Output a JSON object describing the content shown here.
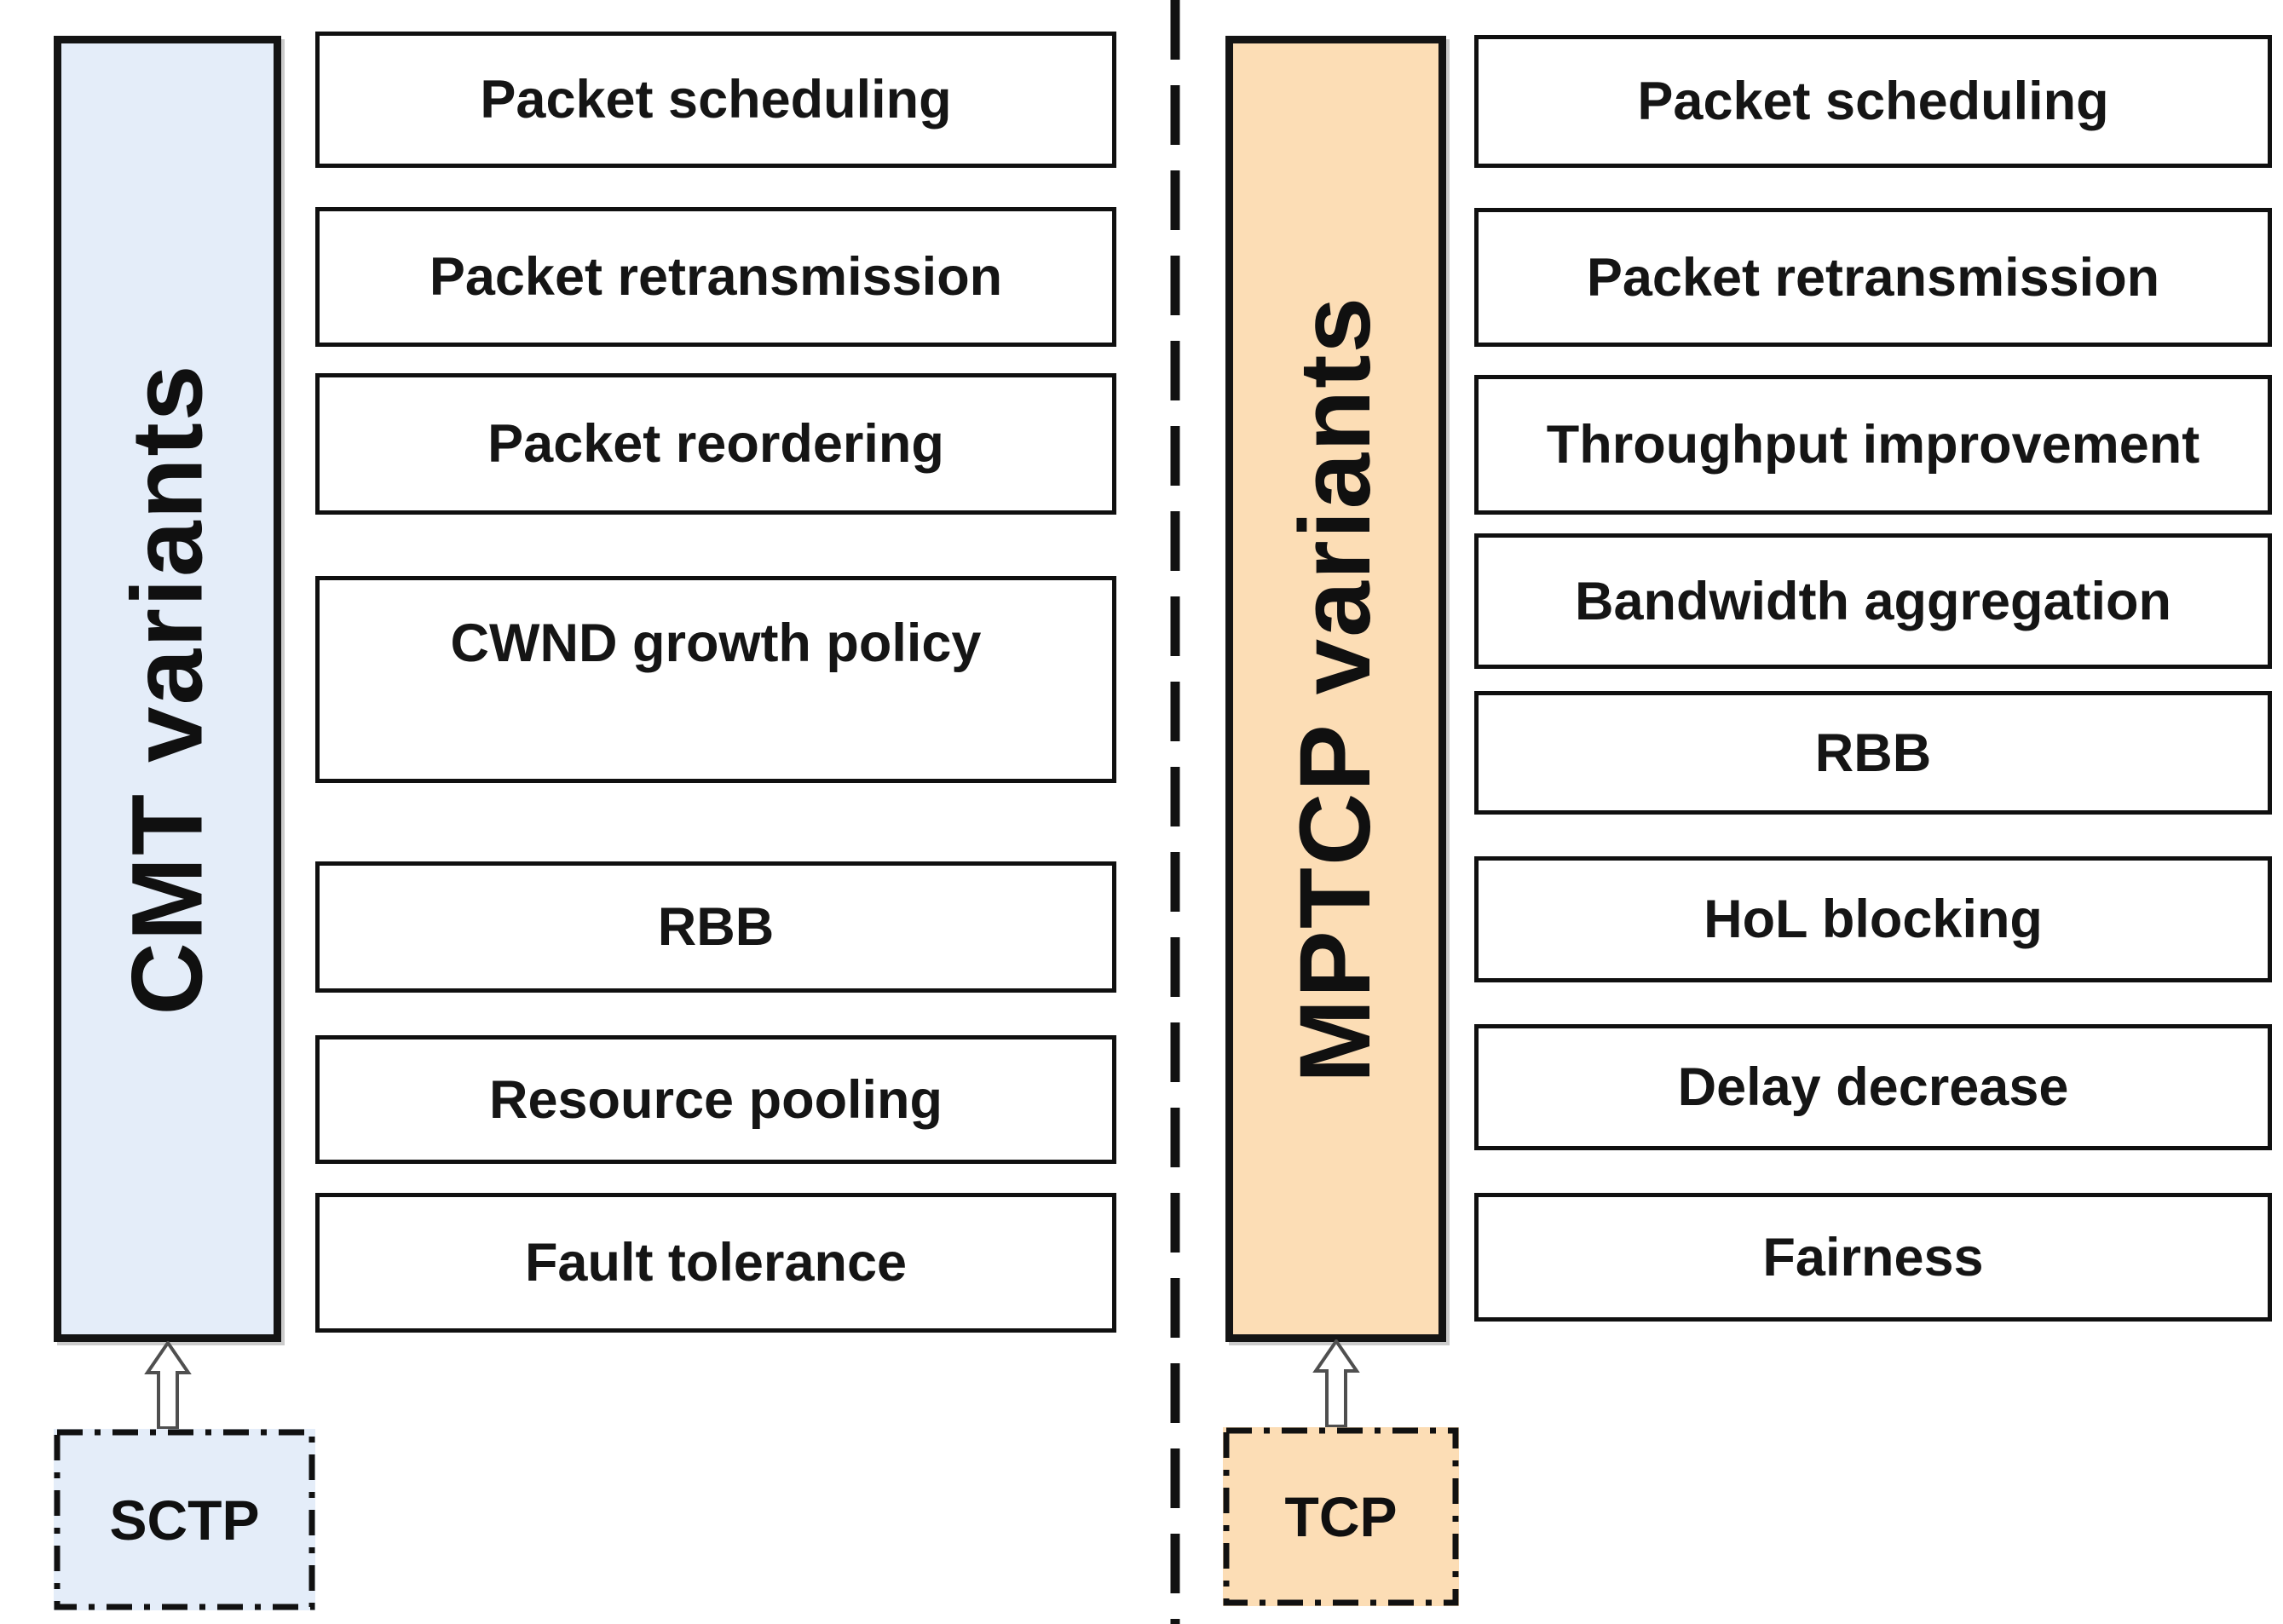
{
  "left": {
    "bar_label": "CMT variants",
    "bar_color": "#e4edf9",
    "features": [
      "Packet scheduling",
      "Packet retransmission",
      "Packet reordering",
      "CWND growth policy",
      "RBB",
      "Resource pooling",
      "Fault tolerance"
    ],
    "base_label": "SCTP",
    "base_color": "#e4edf9"
  },
  "right": {
    "bar_label": "MPTCP variants",
    "bar_color": "#fcddb5",
    "features": [
      "Packet scheduling",
      "Packet retransmission",
      "Throughput improvement",
      "Bandwidth aggregation",
      "RBB",
      "HoL blocking",
      "Delay decrease",
      "Fairness"
    ],
    "base_label": "TCP",
    "base_color": "#fcddb5"
  },
  "colors": {
    "box_border": "#101010",
    "arrow_outline": "#4f4f4f",
    "divider": "#111111"
  }
}
